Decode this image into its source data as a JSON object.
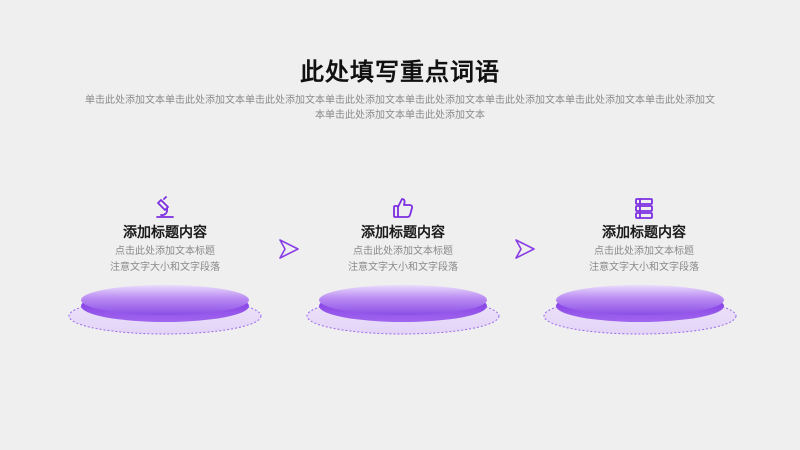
{
  "header": {
    "title": "此处填写重点词语",
    "subtitle": "单击此处添加文本单击此处添加文本单击此处添加文本单击此处添加文本单击此处添加文本单击此处添加文本单击此处添加文本单击此处添加文本单击此处添加文本单击此处添加文本"
  },
  "steps": [
    {
      "icon": "microscope-icon",
      "title": "添加标题内容",
      "desc_line1": "点击此处添加文本标题",
      "desc_line2": "注意文字大小和文字段落"
    },
    {
      "icon": "thumbs-up-icon",
      "title": "添加标题内容",
      "desc_line1": "点击此处添加文本标题",
      "desc_line2": "注意文字大小和文字段落"
    },
    {
      "icon": "stack-icon",
      "title": "添加标题内容",
      "desc_line1": "点击此处添加文本标题",
      "desc_line2": "注意文字大小和文字段落"
    }
  ],
  "colors": {
    "accent": "#7b2fe0",
    "accent_light": "#c9a8f7",
    "background": "#efefef"
  }
}
